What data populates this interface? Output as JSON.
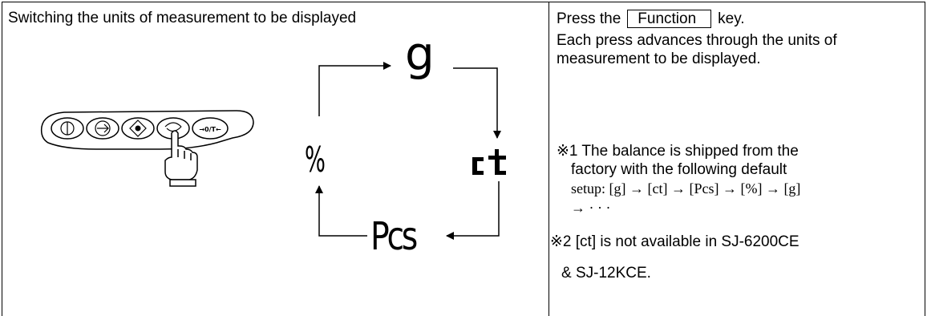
{
  "left": {
    "title": "Switching the units of measurement to be displayed"
  },
  "diagram": {
    "units": {
      "g": "g",
      "ct": "ct",
      "pcs": "Pcs",
      "percent": "%"
    },
    "keypad_icons": [
      "power-icon",
      "arrow-right-icon",
      "print-icon",
      "function-icon",
      "zero-tare-icon"
    ],
    "zero_tare_label": "→0/T←"
  },
  "right": {
    "press_prefix": "Press the",
    "key_label": "Function",
    "press_suffix": "key.",
    "each_press": "Each press advances through the units of measurement to be displayed.",
    "note1_line1": "※1 The balance is shipped from the",
    "note1_line2": "factory with the following default",
    "note1_line3": "setup: [g] → [ct] → [Pcs] → [%] → [g]",
    "note1_line4": "→ · · ·",
    "note2_line1": "※2   [ct] is not available in SJ-6200CE",
    "note2_line2": "& SJ-12KCE."
  }
}
